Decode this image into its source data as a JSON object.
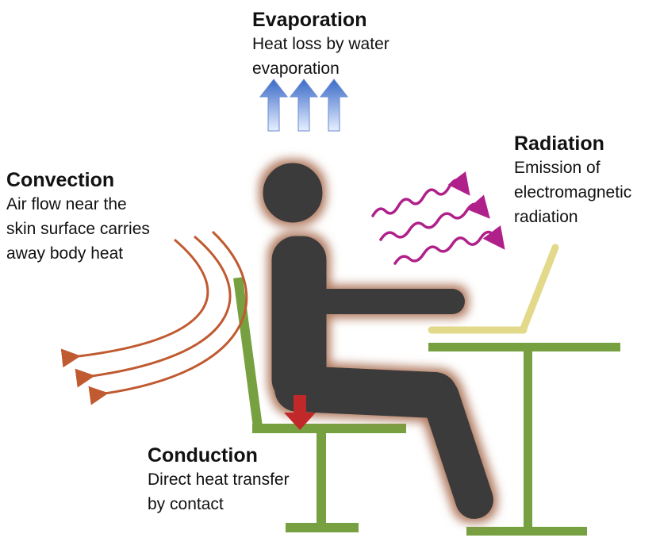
{
  "evaporation": {
    "title": "Evaporation",
    "lines": [
      "Heat loss by water",
      "evaporation"
    ]
  },
  "radiation": {
    "title": "Radiation",
    "lines": [
      "Emission of",
      "electromagnetic",
      "radiation"
    ]
  },
  "convection": {
    "title": "Convection",
    "lines": [
      "Air flow near the",
      "skin surface carries",
      "away body heat"
    ]
  },
  "conduction": {
    "title": "Conduction",
    "lines": [
      "Direct heat transfer",
      "by contact"
    ]
  },
  "colors": {
    "body": "#3a3a3a",
    "glow": "#b07a60",
    "chair": "#77a040",
    "laptop": "#e3d98a",
    "convection": "#c05a30",
    "radiation": "#b0208a",
    "evaporation": "#4a7ad0",
    "conduction": "#c0282a"
  }
}
